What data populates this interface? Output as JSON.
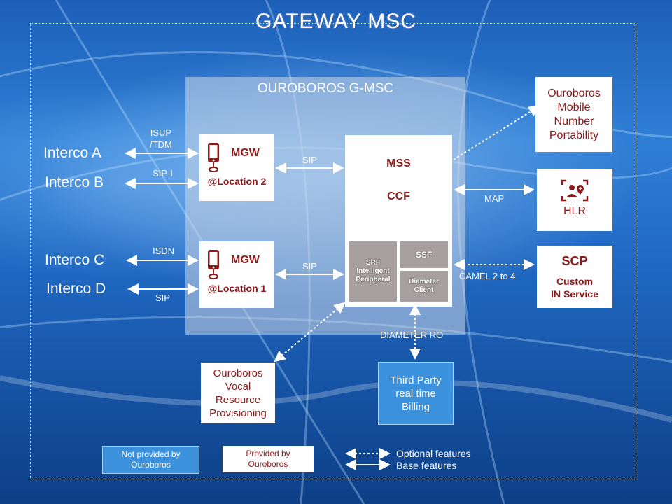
{
  "title": "GATEWAY MSC",
  "gmsc_title": "OUROBOROS G-MSC",
  "intercos": [
    "Interco A",
    "Interco B",
    "Interco C",
    "Interco D"
  ],
  "links": {
    "isup_tdm": "ISUP\n/TDM",
    "sip_i": "SIP-I",
    "isdn": "ISDN",
    "sip_d": "SIP",
    "sip_mgw2": "SIP",
    "sip_mgw1": "SIP",
    "map": "MAP",
    "camel": "CAMEL 2 to 4",
    "diameter_ro": "DIAMETER RO"
  },
  "mgw2": {
    "name": "MGW",
    "location": "@Location 2"
  },
  "mgw1": {
    "name": "MGW",
    "location": "@Location 1"
  },
  "mss": {
    "mss": "MSS",
    "ccf": "CCF"
  },
  "modules": {
    "srf": "SRF\nIntelligent\nPeripheral",
    "ssf": "SSF",
    "diameter": "Diameter\nClient"
  },
  "mnp": "Ouroboros\nMobile\nNumber\nPortability",
  "hlr": "HLR",
  "scp": {
    "title": "SCP",
    "subtitle": "Custom\nIN Service"
  },
  "vocal": "Ouroboros\nVocal\nResource\nProvisioning",
  "billing": "Third Party\nreal time\nBilling",
  "legend": {
    "not_provided": "Not provided by\nOuroboros",
    "provided": "Provided by\nOuroboros",
    "optional": "Optional features",
    "base": "Base features"
  },
  "colors": {
    "accent": "#8b1a1a",
    "not_provided_fill": "#3c91dc"
  }
}
